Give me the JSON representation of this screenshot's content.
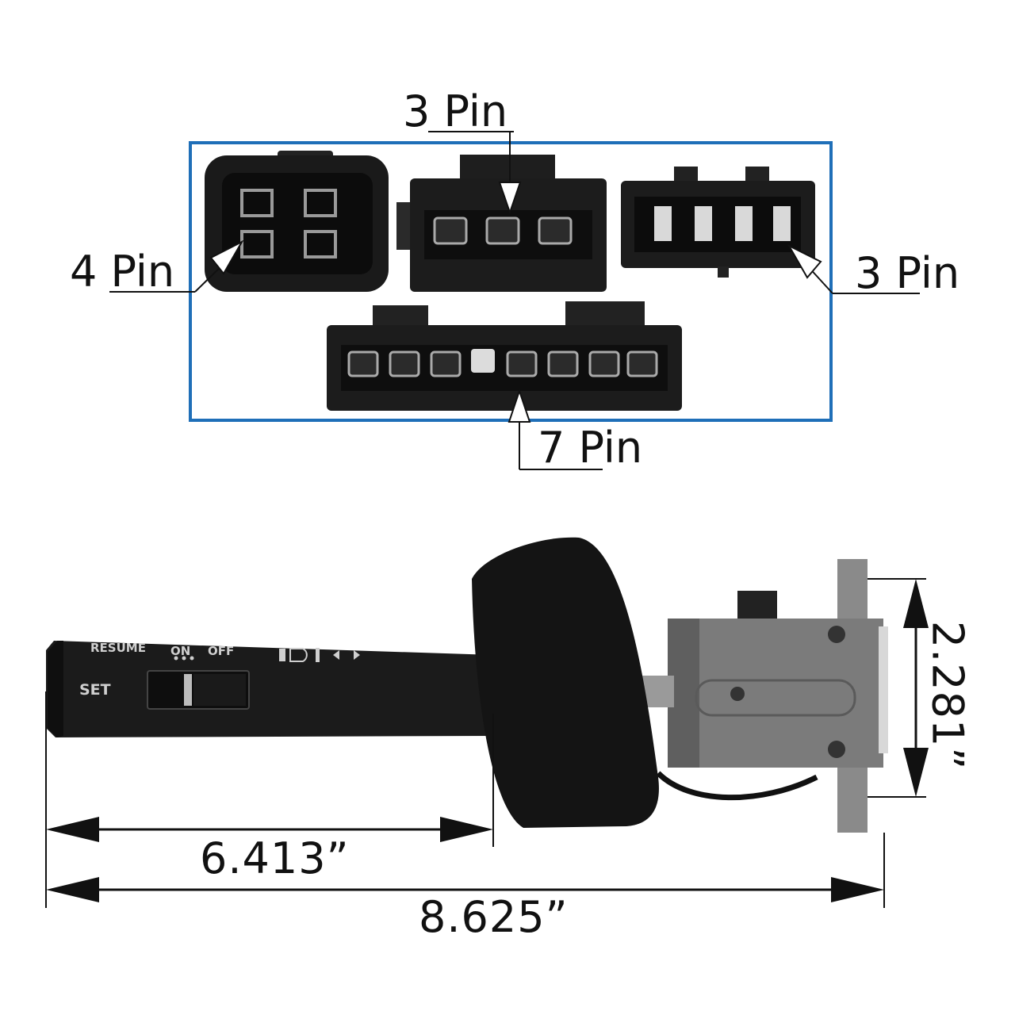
{
  "pin_labels": {
    "top_center": "3 Pin",
    "left": "4 Pin",
    "right": "3 Pin",
    "bottom": "7 Pin"
  },
  "stalk_markings": {
    "resume": "RESUME",
    "on": "ON",
    "off": "OFF",
    "set": "SET"
  },
  "dimensions": {
    "partial_length": "6.413”",
    "total_length": "8.625”",
    "height": "2.281”"
  },
  "colors": {
    "frame_border": "#1f6fb8",
    "connector_body": "#1b1b1b",
    "switch_housing": "#7a7a7a"
  }
}
